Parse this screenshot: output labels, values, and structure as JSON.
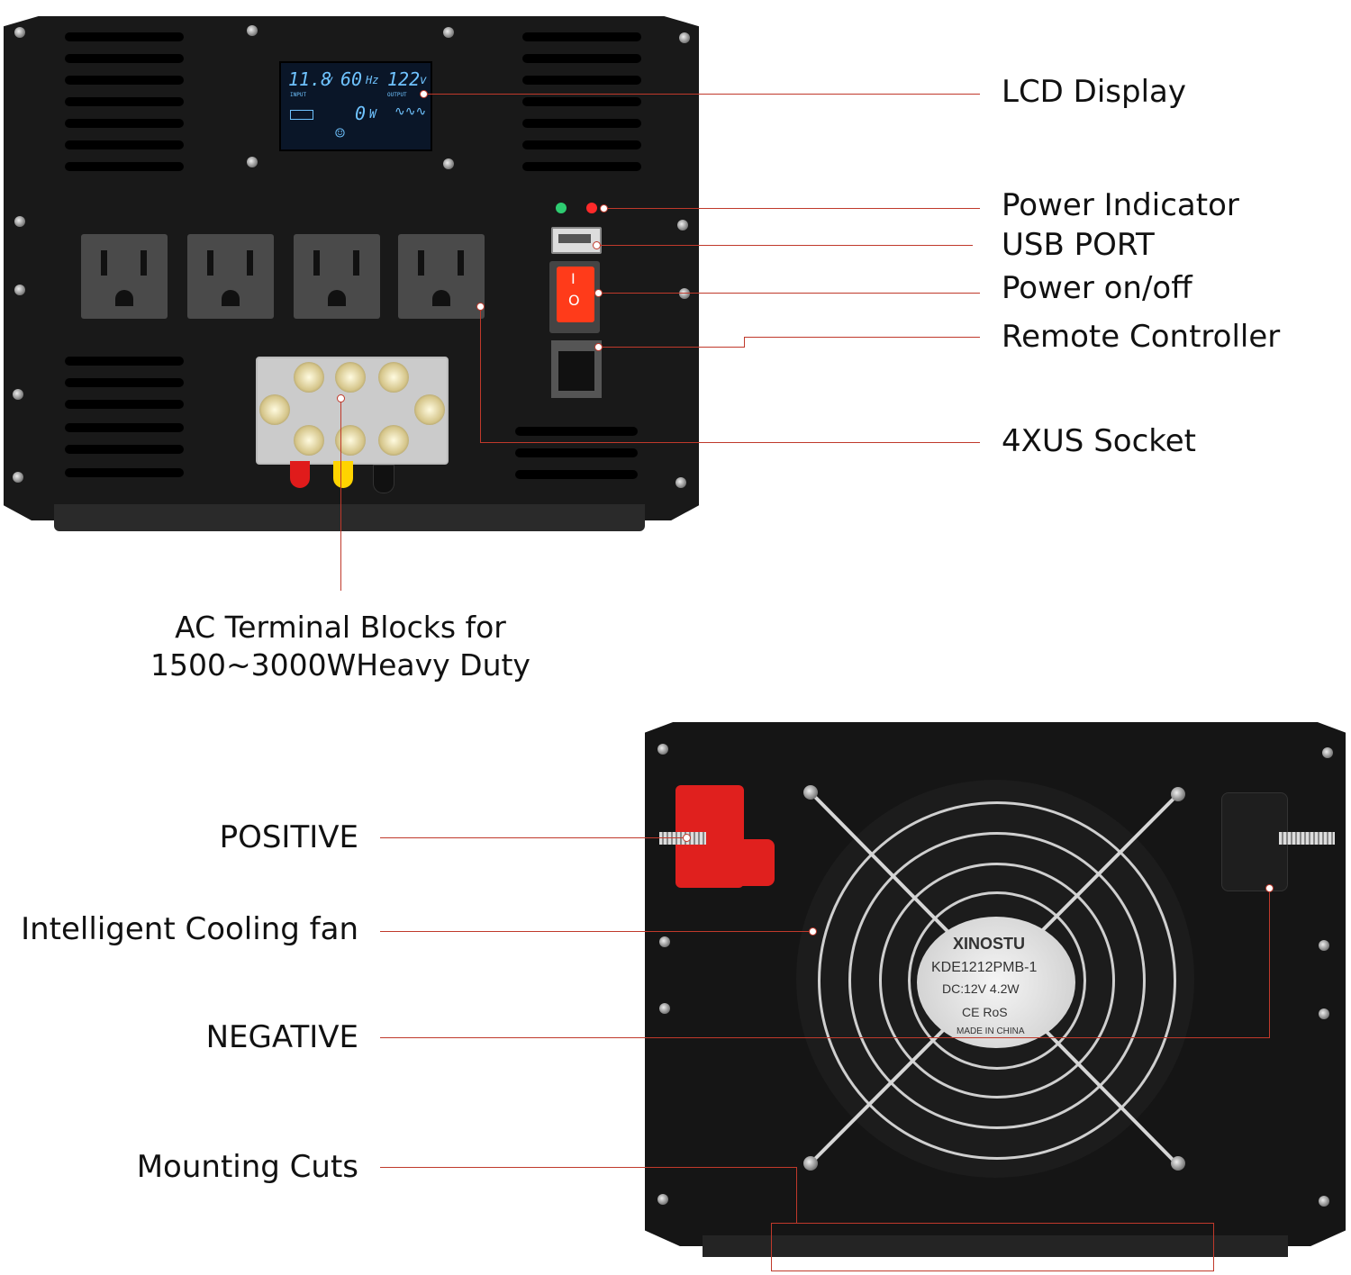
{
  "lcd": {
    "input_voltage": "11.8",
    "input_unit": "v",
    "frequency": "60",
    "frequency_unit": "Hz",
    "output_voltage": "122",
    "output_unit": "v",
    "input_label": "INPUT",
    "output_label": "OUTPUT",
    "power": "0",
    "power_unit": "W"
  },
  "switch": {
    "on": "I",
    "off": "O"
  },
  "front_labels": {
    "lcd_display": "LCD Display",
    "power_indicator": "Power Indicator",
    "usb_port": "USB PORT",
    "power_switch": "Power on/off",
    "remote_controller": "Remote Controller",
    "socket": "4XUS Socket"
  },
  "ac_caption": {
    "line1": "AC Terminal Blocks for",
    "line2": "1500~3000WHeavy Duty"
  },
  "rear_labels": {
    "positive": "POSITIVE",
    "cooling_fan": "Intelligent Cooling fan",
    "negative": "NEGATIVE",
    "mounting_cuts": "Mounting Cuts"
  },
  "fan_sticker": {
    "brand": "XINOSTU",
    "model": "KDE1212PMB-1",
    "rating": "DC:12V  4.2W",
    "marks": "CE  RoS",
    "origin": "MADE IN CHINA"
  },
  "colors": {
    "leader_line": "#c0392b",
    "lcd_text": "#6fc3ff",
    "switch": "#ff3b1a",
    "positive_cap": "#e0201e",
    "led_green": "#2ecc71",
    "led_red": "#ff2a2a"
  }
}
